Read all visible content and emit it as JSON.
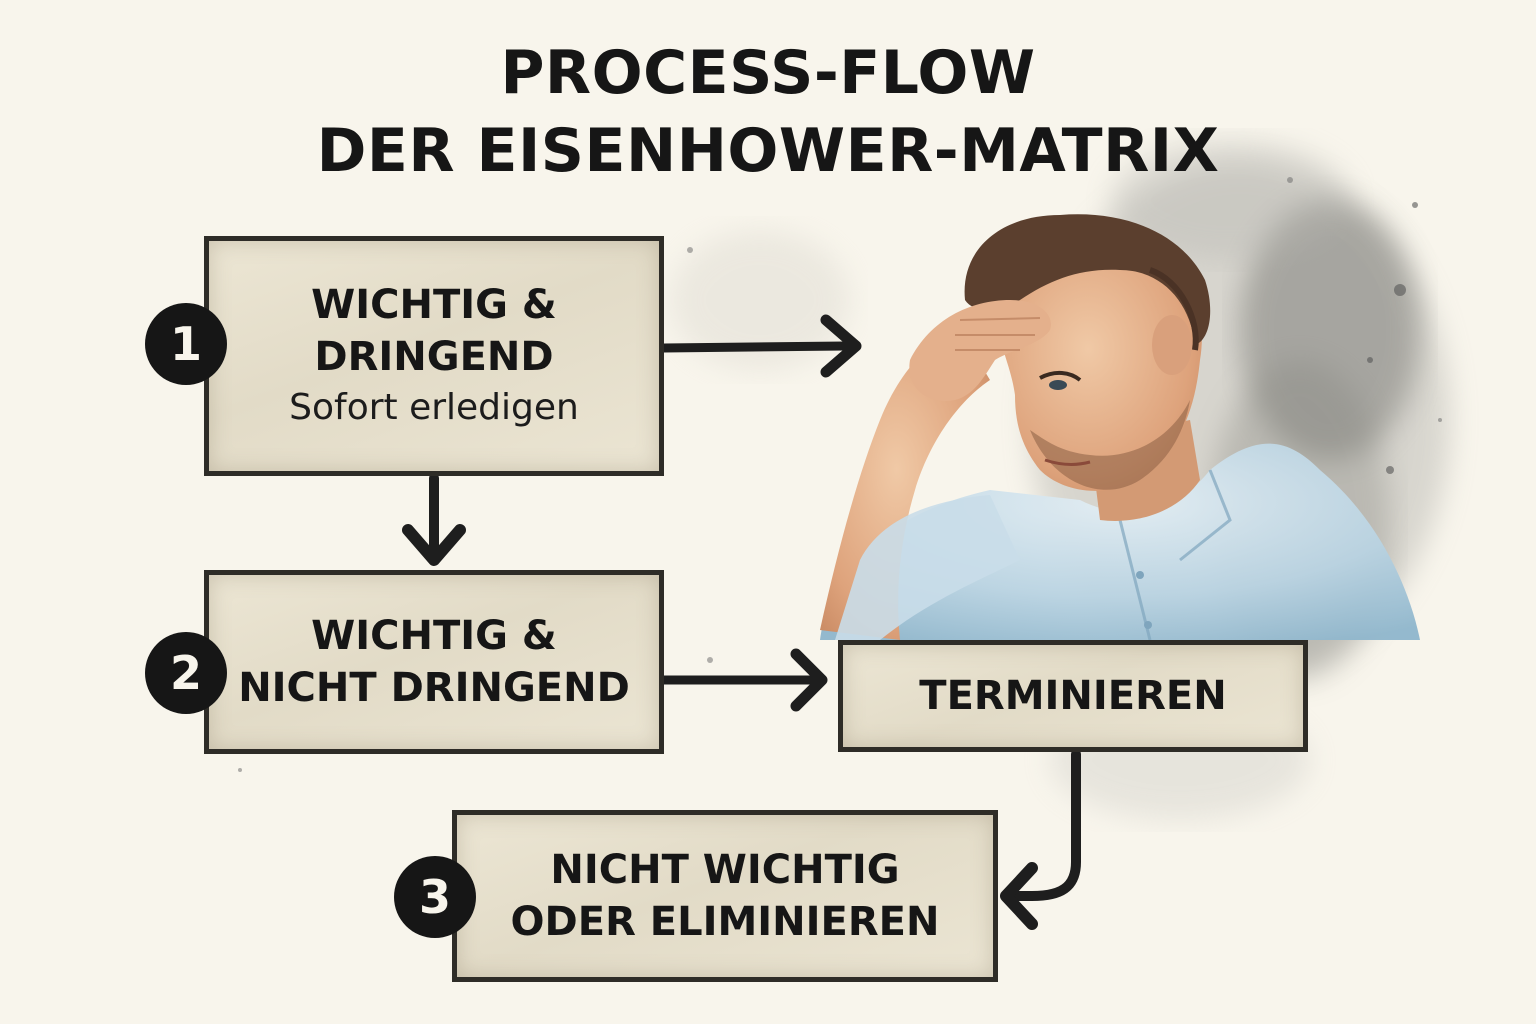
{
  "title": {
    "line1": "PROCESS-FLOW",
    "line2": "DER EISENHOWER-MATRIX"
  },
  "steps": [
    {
      "number": "1",
      "heading_line1": "WICHTIG &",
      "heading_line2": "DRINGEND",
      "subtitle": "Sofort erledigen"
    },
    {
      "number": "2",
      "heading_line1": "WICHTIG &",
      "heading_line2": "NICHT DRINGEND"
    },
    {
      "number": "3",
      "heading_line1": "NICHT WICHTIG",
      "heading_line2": "ODER ELIMINIEREN"
    }
  ],
  "action_box": {
    "label": "TERMINIEREN"
  },
  "illustration": {
    "subject": "stressed-man-holding-forehead-watercolor"
  }
}
